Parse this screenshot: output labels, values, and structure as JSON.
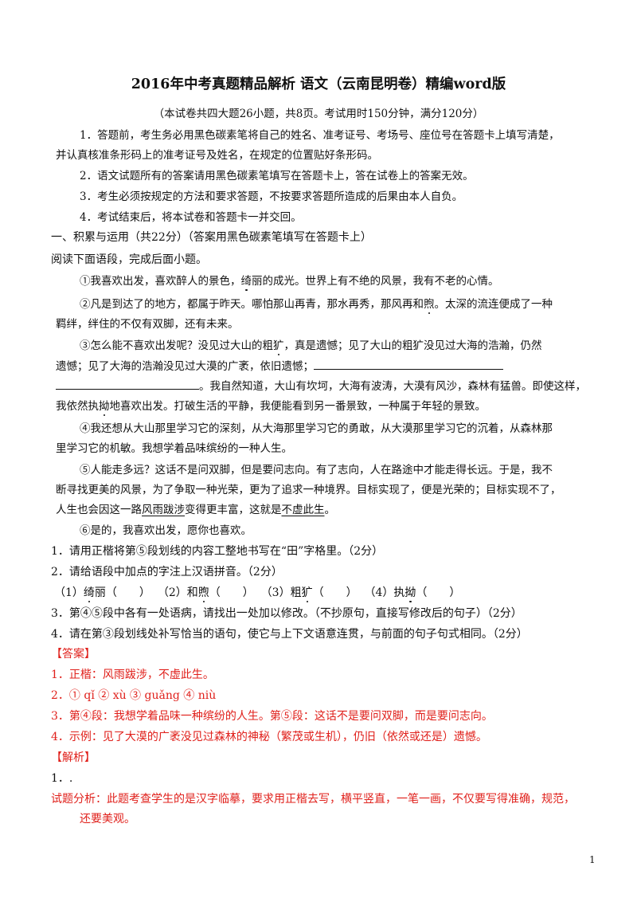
{
  "title": "2016年中考真题精品解析 语文（云南昆明卷）精编word版",
  "subtitle": "（本试卷共四大题26小题，共8页。考试用时150分钟，满分120分）",
  "instructions": [
    "1．答题前，考生务必用黑色碳素笔将自己的姓名、准考证号、考场号、座位号在答题卡上填写清楚，",
    "并认真核准条形码上的准考证号及姓名，在规定的位置贴好条形码。",
    "2．语文试题所有的答案请用黑色碳素笔填写在答题卡上，答在试卷上的答案无效。",
    "3．考生必须按规定的方法和要求答题，不按要求答题所造成的后果由本人自负。",
    "4．考试结束后，将本试卷和答题卡一并交回。"
  ],
  "section": "一、积累与运用（共22分）（答案用黑色碳素笔填写在答题卡上）",
  "intro": "阅读下面语段，完成后面小题。",
  "passage": {
    "p1": {
      "a": "①我喜欢出发，喜欢醉人的景色，",
      "dot": "绮",
      "b": "丽的成光。世界上有不绝的风景，我有不老的心情。"
    },
    "p2": {
      "l1a": "②凡是到达了的地方，都属于昨天。哪怕那山再青，那水再秀，那风再和",
      "dot": "煦",
      "l1b": "。太深的流连便成了一种",
      "l2": "羁绊，绊住的不仅有双脚，还有未来。"
    },
    "p3": {
      "l1a": "③怎么能不喜欢出发呢？没见过大山的粗",
      "dot": "犷",
      "l1b": "，真是遗憾；见了大山的粗犷没见过大海的浩瀚，仍然",
      "l2": "遗憾；见了大海的浩瀚没见过大漠的广袤，依旧遗憾；",
      "l3": "。我自然知道，大山有坎坷，大海有波涛，大漠有风沙，森林有猛兽。即使这样，",
      "l4a": "我依然执",
      "dot2": "拗",
      "l4b": "地喜欢出发。打破生活的平静，我便能看到另一番景致，一种属于年轻的景致。"
    },
    "p4": {
      "l1": "④我还想从大山那里学习它的深刻，从大海那里学习它的勇敢，从大漠那里学习它的沉着，从森林那",
      "l2": "里学习它的机敏。我想学着品味缤纷的一种人生。"
    },
    "p5": {
      "l1": "⑤人能走多远？这话不是问双脚，但是要问志向。有了志向，人在路途中才能走得长远。于是，我不",
      "l2": "断寻找更美的风景，为了争取一种光荣，更为了追求一种境界。目标实现了，便是光荣的；目标实现不了，",
      "l3a": "人生也会因这一路",
      "u1": "风雨跋涉",
      "l3b": "变得更丰富，这就是",
      "u2": "不虚此生",
      "l3c": "。"
    },
    "p6": "⑥是的，我喜欢出发，愿你也喜欢。"
  },
  "questions": {
    "q1": "1．请用正楷将第⑤段划线的内容工整地书写在“田”字格里。（2分）",
    "q2": "2．请给语段中加点的字注上汉语拼音。（2分）",
    "q2_items": [
      {
        "pre": "（1）",
        "dot": "绮",
        "post": "丽（　　）"
      },
      {
        "pre": "（2）和",
        "dot": "煦",
        "post": "（　　）"
      },
      {
        "pre": "（3）粗",
        "dot": "犷",
        "post": "（　　）"
      },
      {
        "pre": "（4）执",
        "dot": "拗",
        "post": "（　　）"
      }
    ],
    "q3": "3．第④⑤段中各有一处语病，请找出一处加以修改。（不抄原句，直接写修改后的句子）（2分）",
    "q4": "4．请在第③段划线处补写恰当的语句，使它与上下文语意连贯，与前面的句子句式相同。（2分）"
  },
  "answer_header": "【答案】",
  "answers": [
    "1．正楷：风雨跋涉，不虚此生。",
    "2．① qǐ ② xù ③ guǎng ④ niù",
    "3．第④段：我想学着品味一种缤纷的人生。第⑤段：这话不是要问双脚，而是要问志向。",
    "4．示例：见了大漠的广袤没见过森林的神秘（繁茂或生机），仍旧（依然或还是）遗憾。"
  ],
  "analysis_header": "【解析】",
  "analysis_num": "1．.",
  "analysis_l1": "试题分析：此题考查学生的是汉字临摹，要求用正楷去写，横平竖直，一笔一画，不仅要写得准确，规范，",
  "analysis_l2": "还要美观。",
  "page_number": "1",
  "colors": {
    "text": "#111111",
    "answer_red": "#e0201b"
  }
}
